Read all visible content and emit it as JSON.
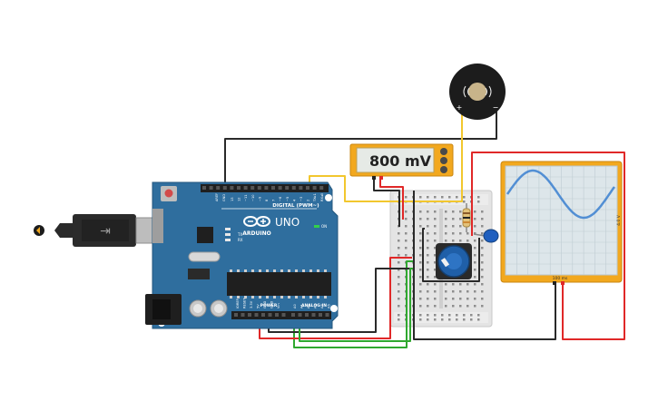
{
  "meter": {
    "reading": "800 mV"
  },
  "arduino": {
    "brand": "ARDUINO",
    "model": "UNO",
    "on_label": "ON",
    "tx_label": "TX",
    "rx_label": "RX",
    "digital_label": "DIGITAL (PWM~)",
    "power_label": "POWER",
    "analog_label": "ANALOG IN",
    "aref_label": "AREF",
    "gnd_label": "GND",
    "digital_pins": [
      "13",
      "12",
      "~11",
      "~10",
      "~9",
      "8",
      "7",
      "~6",
      "~5",
      "4",
      "~3",
      "2",
      "TX▸1",
      "RX◂0"
    ],
    "power_pins": [
      "IOREF",
      "RESET",
      "3.3V",
      "5V",
      "GND",
      "GND",
      "Vin"
    ],
    "analog_pins": [
      "A0",
      "A1",
      "A2",
      "A3",
      "A4",
      "A5"
    ]
  },
  "buzzer": {
    "plus_label": "+",
    "minus_label": "−"
  },
  "oscilloscope": {
    "time_label": "100 ms",
    "volt_label": "4.0 V"
  },
  "colors": {
    "board": "#2f6e9e",
    "wire_red": "#e02828",
    "wire_green": "#2fa82f",
    "wire_black": "#2a2a2a",
    "wire_yellow": "#f2c72e",
    "scope_frame": "#f2a81e",
    "waveform": "#3a7fd0"
  }
}
